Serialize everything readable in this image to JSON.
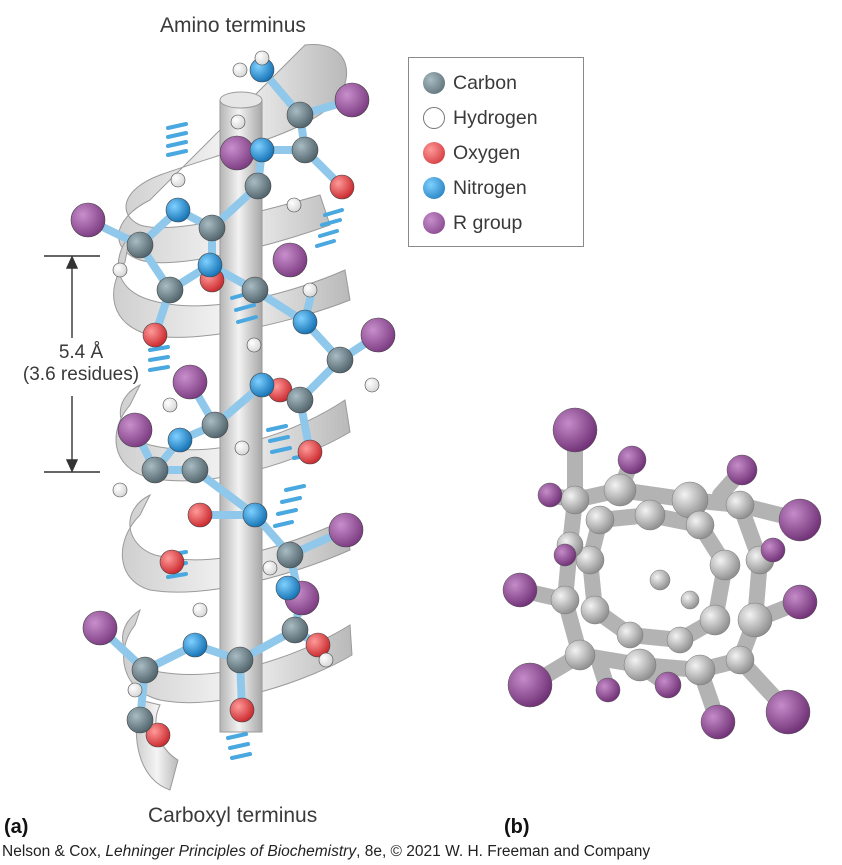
{
  "labels": {
    "amino_terminus": "Amino terminus",
    "carboxyl_terminus": "Carboxyl terminus",
    "panel_a": "(a)",
    "panel_b": "(b)",
    "pitch_value": "5.4 Å",
    "pitch_residues": "(3.6 residues)"
  },
  "legend": [
    {
      "label": "Carbon",
      "color": "#6e8189"
    },
    {
      "label": "Hydrogen",
      "color": "#ffffff"
    },
    {
      "label": "Oxygen",
      "color": "#e23b3b"
    },
    {
      "label": "Nitrogen",
      "color": "#1e8fd6"
    },
    {
      "label": "R group",
      "color": "#9b4f9e"
    }
  ],
  "credit": {
    "prefix": "Nelson & Cox, ",
    "book": "Lehninger Principles of Biochemistry",
    "suffix": ", 8e, © 2021 W. H. Freeman and Company"
  }
}
